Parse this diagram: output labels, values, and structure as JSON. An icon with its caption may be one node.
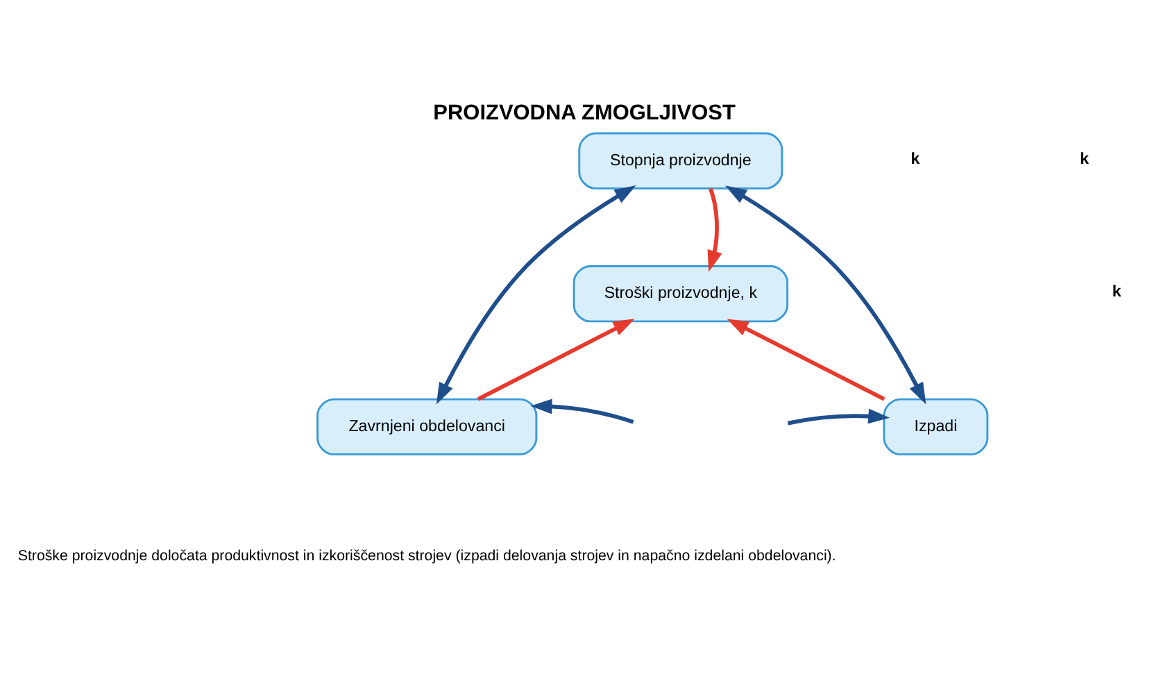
{
  "diagram": {
    "title": "PROIZVODNA ZMOGLJIVOST",
    "caption": "Stroške proizvodnje določata produktivnost in izkoriščenost strojev (izpadi delovanja strojev in napačno izdelani obdelovanci).",
    "nodes": [
      {
        "text": [
          "Stopnja proizvodnje"
        ]
      },
      {
        "text": [
          "Stroški proizvodnje, k"
        ]
      },
      {
        "text": [
          "Zavrnjeni obdelovanci"
        ]
      },
      {
        "text": [
          "Izpadi"
        ]
      }
    ],
    "edges": [
      {
        "from": 0,
        "to": 1,
        "arrow": "to",
        "color": "#e63a2e"
      },
      {
        "from": 0,
        "to": 2,
        "arrow": "both"
      },
      {
        "from": 0,
        "to": 3,
        "arrow": "both"
      },
      {
        "from": 2,
        "to": 1,
        "arrow": "to",
        "color": "#e63a2e"
      },
      {
        "from": 3,
        "to": 1,
        "arrow": "to",
        "color": "#e63a2e"
      },
      {
        "from": null,
        "to": 2,
        "arrow": "to"
      },
      {
        "from": null,
        "to": 3,
        "arrow": "to"
      }
    ],
    "labels": [
      "k",
      "k",
      "k"
    ]
  }
}
